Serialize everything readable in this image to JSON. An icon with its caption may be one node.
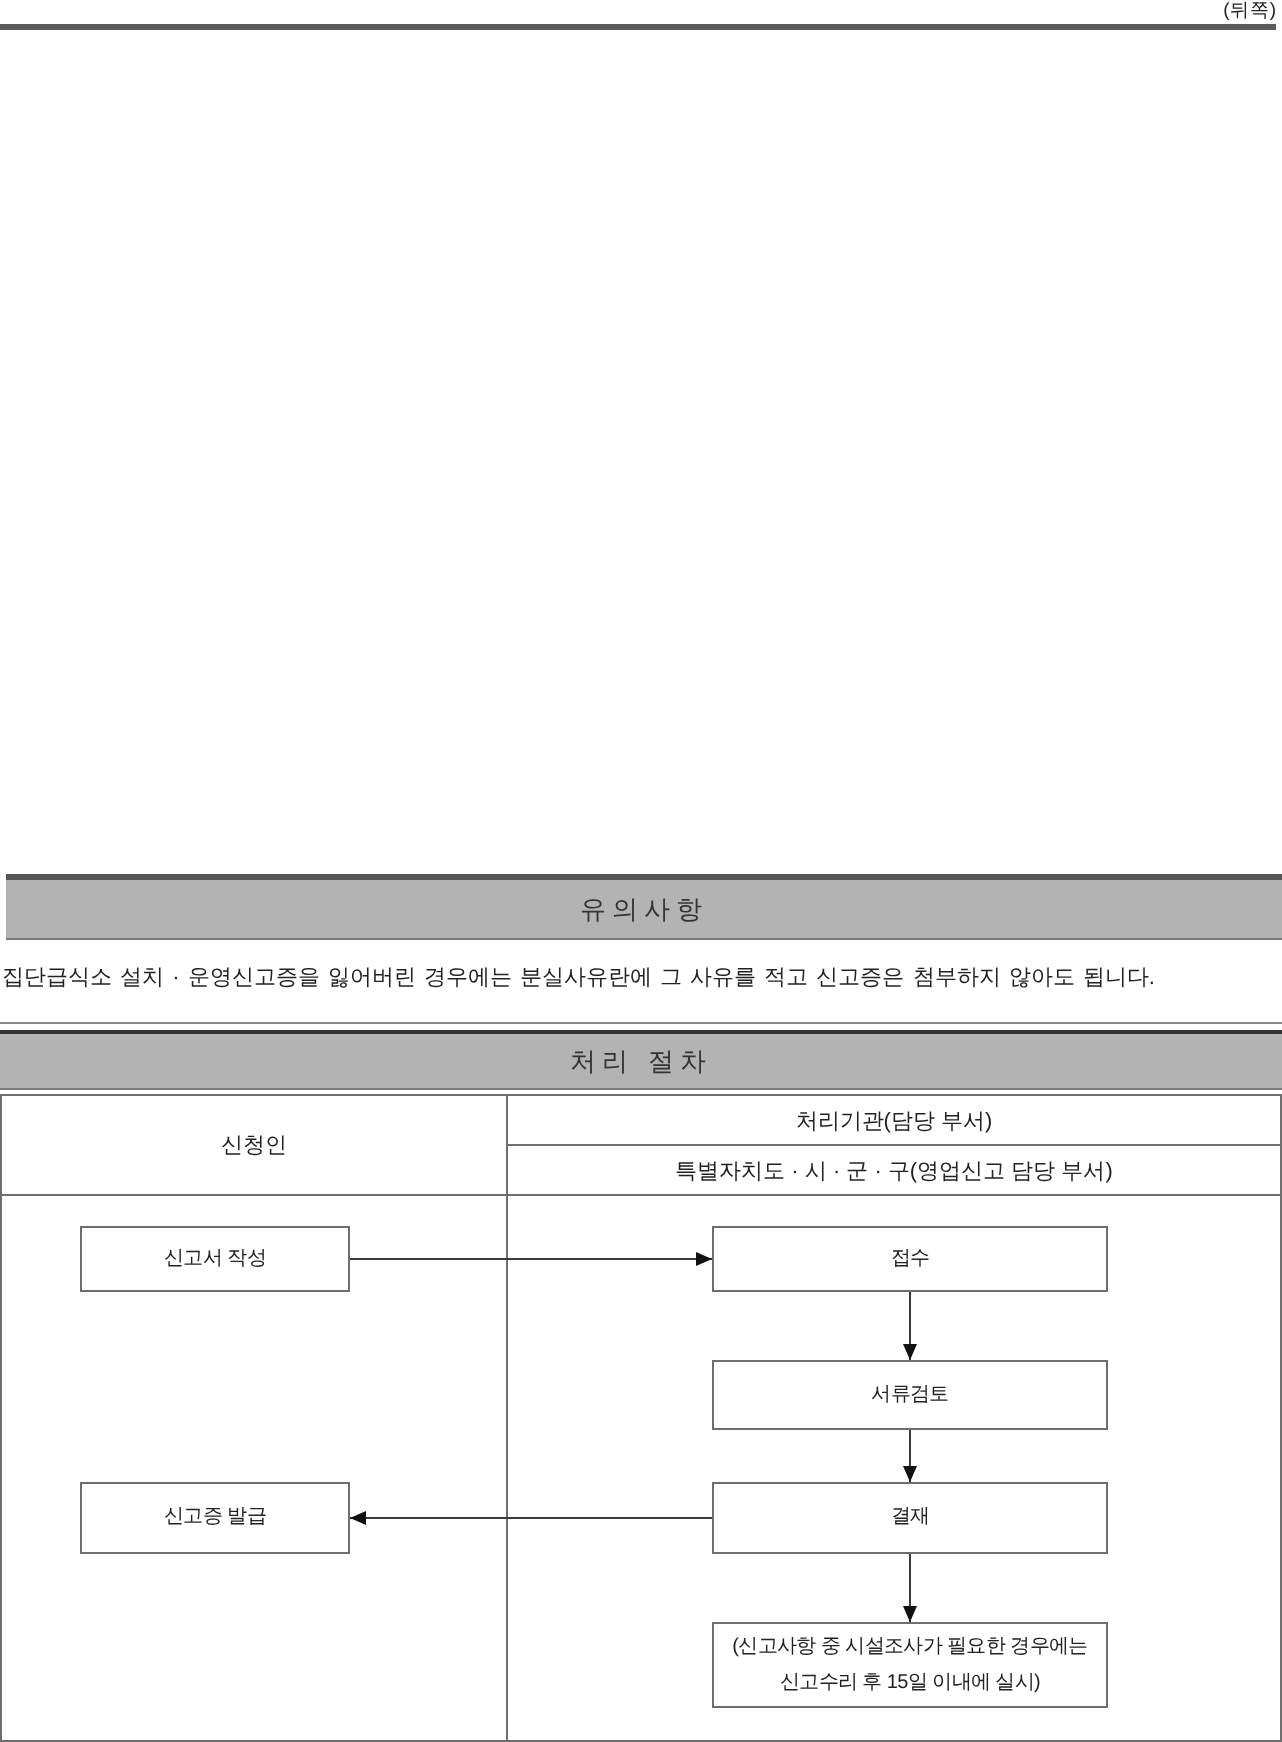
{
  "diagram": {
    "nodes": [
      {
        "text": [
          "신고서 작성"
        ]
      },
      {
        "text": [
          "접수"
        ]
      },
      {
        "text": [
          "서류검토"
        ]
      },
      {
        "text": [
          "신고증 발급"
        ]
      },
      {
        "text": [
          "결재"
        ]
      },
      {
        "text": [
          "(신고사항 중 시설조사가 필요한 경우에는 신고수리 후 15일 이내에 실시)"
        ]
      }
    ],
    "edges": [
      {
        "from": 0,
        "to": 1,
        "arrow": "to"
      },
      {
        "from": 1,
        "to": 2,
        "arrow": "to"
      },
      {
        "from": 2,
        "to": 4,
        "arrow": "to"
      },
      {
        "from": 4,
        "to": 3,
        "arrow": "to"
      },
      {
        "from": 4,
        "to": 5,
        "arrow": "to"
      }
    ],
    "labels": [
      "(뒤쪽)",
      "유의사항",
      "집단급식소 설치 · 운영신고증을 잃어버린 경우에는 분실사유란에 그 사유를 적고 신고증은 첨부하지 않아도 됩니다.",
      "처리 절차",
      "신청인",
      "처리기관(담당 부서)",
      "특별자치도 · 시 · 군 · 구(영업신고 담당 부서)"
    ]
  }
}
